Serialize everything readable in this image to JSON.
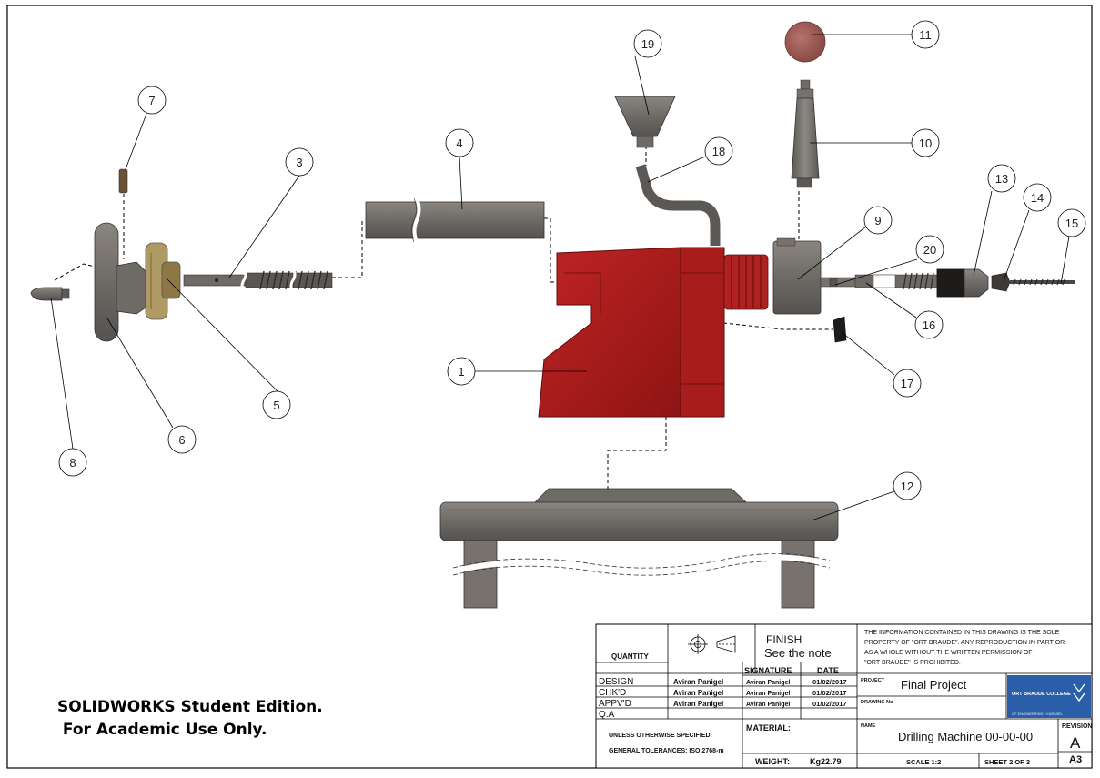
{
  "balloons": [
    {
      "id": "1",
      "label": "1"
    },
    {
      "id": "3",
      "label": "3"
    },
    {
      "id": "4",
      "label": "4"
    },
    {
      "id": "5",
      "label": "5"
    },
    {
      "id": "6",
      "label": "6"
    },
    {
      "id": "7",
      "label": "7"
    },
    {
      "id": "8",
      "label": "8"
    },
    {
      "id": "9",
      "label": "9"
    },
    {
      "id": "10",
      "label": "10"
    },
    {
      "id": "11",
      "label": "11"
    },
    {
      "id": "12",
      "label": "12"
    },
    {
      "id": "13",
      "label": "13"
    },
    {
      "id": "14",
      "label": "14"
    },
    {
      "id": "15",
      "label": "15"
    },
    {
      "id": "16",
      "label": "16"
    },
    {
      "id": "17",
      "label": "17"
    },
    {
      "id": "18",
      "label": "18"
    },
    {
      "id": "19",
      "label": "19"
    },
    {
      "id": "20",
      "label": "20"
    }
  ],
  "title_block": {
    "quantity_label": "QUANTITY",
    "finish_label": "FINISH",
    "finish_value": "See the note",
    "notice_lines": [
      "THE INFORMATION CONTAINED IN THIS DRAWING IS THE SOLE",
      "PROPERTY  OF \"ORT BRAUDE\". ANY REPRODUCTION IN PART OR",
      "AS A WHOLE  WITHOUT THE WRITTEN PERMISSION  OF",
      "\"ORT BRAUDE\" IS PROHIBITED."
    ],
    "signature_header": "SIGNATURE",
    "date_header": "DATE",
    "rows": [
      {
        "role": "DESIGN",
        "name": "Aviran Panigel",
        "signature": "Aviran Panigel",
        "date": "01/02/2017"
      },
      {
        "role": "CHK'D",
        "name": "Aviran Panigel",
        "signature": "Aviran Panigel",
        "date": "01/02/2017"
      },
      {
        "role": "APPV'D",
        "name": "Aviran Panigel",
        "signature": "Aviran Panigel",
        "date": "01/02/2017"
      },
      {
        "role": "Q.A",
        "name": "",
        "signature": "",
        "date": ""
      }
    ],
    "project_label": "PROJECT",
    "project_value": "Final Project",
    "drawing_no_label": "DRAWING No",
    "material_label": "MATERIAL:",
    "tolerance_line1": "UNLESS OTHERWISE SPECIFIED:",
    "tolerance_line2": "GENERAL TOLERANCES: ISO 2768-m",
    "weight_label": "WEIGHT:",
    "weight_value": "Kg22.79",
    "name_label": "NAME",
    "name_value": "Drilling Machine 00-00-00",
    "scale": "SCALE 1:2",
    "sheet": "SHEET 2 OF 3",
    "revision_label": "REVISION",
    "revision_value": "A",
    "size": "A3",
    "logo_text": "ORT BRAUDE COLLEGE",
    "logo_sub": "OF ENGINEERING · KARMIEL"
  },
  "watermark": {
    "line1": "SOLIDWORKS Student Edition.",
    "line2": " For Academic Use Only."
  },
  "colors": {
    "body_red": "#a31a1a",
    "part_gray": "#6e6a66",
    "part_dark": "#4b4845",
    "brass": "#a8905a",
    "knob": "#9e5a55"
  }
}
